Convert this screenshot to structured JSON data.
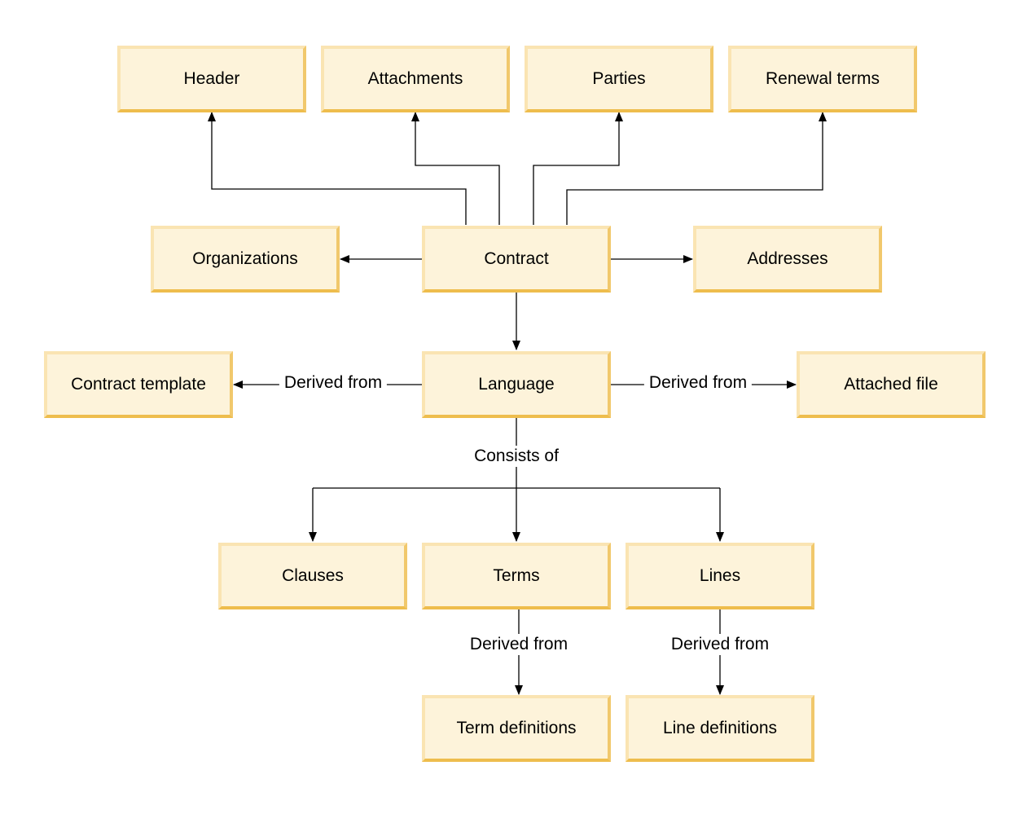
{
  "nodes": {
    "header": "Header",
    "attachments": "Attachments",
    "parties": "Parties",
    "renewal_terms": "Renewal terms",
    "organizations": "Organizations",
    "contract": "Contract",
    "addresses": "Addresses",
    "contract_template": "Contract template",
    "language": "Language",
    "attached_file": "Attached file",
    "clauses": "Clauses",
    "terms": "Terms",
    "lines": "Lines",
    "term_definitions": "Term definitions",
    "line_definitions": "Line definitions"
  },
  "edge_labels": {
    "language_to_template": "Derived from",
    "language_to_file": "Derived from",
    "language_consists_of": "Consists of",
    "terms_to_definitions": "Derived from",
    "lines_to_definitions": "Derived from"
  },
  "colors": {
    "box_fill": "#fdf3da",
    "box_light_edge": "#fae4b2",
    "box_dark_edge": "#eebd4d",
    "connector": "#000000"
  }
}
